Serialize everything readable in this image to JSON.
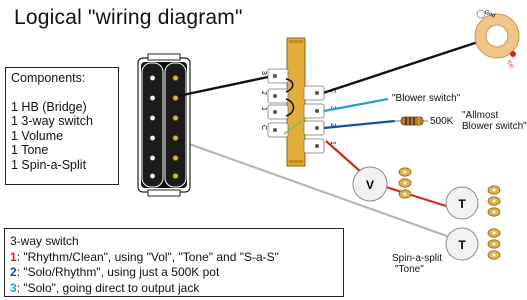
{
  "title": "Logical \"wiring diagram\"",
  "components": {
    "heading": "Components:",
    "items": [
      "1 HB (Bridge)",
      "1 3-way switch",
      "1 Volume",
      "1 Tone",
      "1 Spin-a-Split"
    ]
  },
  "switch_legend": {
    "heading": "3-way switch",
    "items": [
      {
        "num": "1",
        "text": ": \"Rhythm/Clean\", using \"Vol\", \"Tone\" and \"S-a-S\"",
        "color": "#d9261c"
      },
      {
        "num": "2",
        "text": ": \"Solo/Rhythm\", using just a 500K pot",
        "color": "#1a4f9e"
      },
      {
        "num": "3",
        "text": ": \"Solo\", going direct to output jack",
        "color": "#1da3c4"
      }
    ]
  },
  "switch_pins": {
    "left": [
      "3",
      "2",
      "1",
      "C"
    ],
    "right": [
      "C",
      "3",
      "2",
      "1"
    ]
  },
  "pots": {
    "volume": "V",
    "tone": "T",
    "spin_a_split": "T"
  },
  "jack_labels": {
    "gnd": "Gnd",
    "tip": "Tip"
  },
  "labels": {
    "blower": "\"Blower switch\"",
    "resistor": "500K",
    "almost_line1": "\"Allmost",
    "almost_line2": "Blower switch\"",
    "sas_line1": "Spin-a-split",
    "sas_line2": "\"Tone\""
  },
  "colors": {
    "red": "#d9261c",
    "dark_blue": "#1a4f9e",
    "light_blue": "#1da3c4",
    "switch_body": "#e2ad3b",
    "jack": "#f2c488",
    "grey_wire": "#b5b5b5",
    "green_wire": "#7ec04a"
  }
}
